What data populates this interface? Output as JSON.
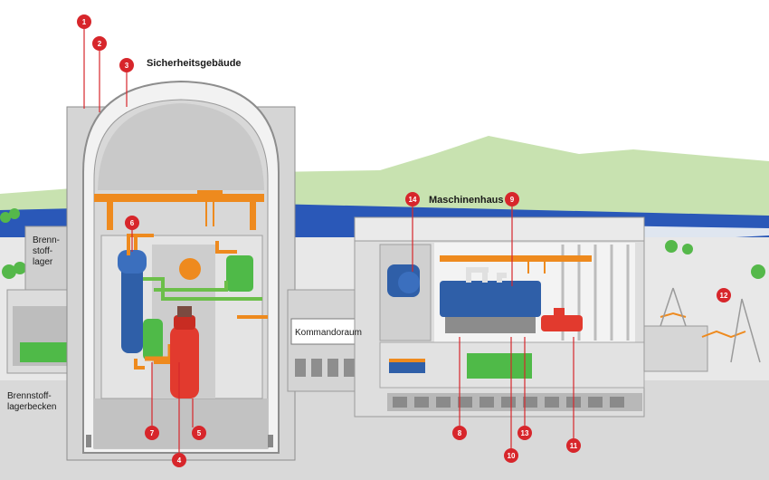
{
  "labels": {
    "sicherheitsgebaeude": "Sicherheitsgebäude",
    "maschinenhaus": "Maschinenhaus",
    "kommandoraum": "Kommandoraum",
    "brennstofflager": [
      "Brenn-",
      "stoff-",
      "lager"
    ],
    "brennstofflagerbecken": [
      "Brennstoff-",
      "lagerbecken"
    ]
  },
  "markers": [
    {
      "id": "marker-1",
      "num": "1"
    },
    {
      "id": "marker-2",
      "num": "2"
    },
    {
      "id": "marker-3",
      "num": "3"
    },
    {
      "id": "marker-4",
      "num": "4"
    },
    {
      "id": "marker-5",
      "num": "5"
    },
    {
      "id": "marker-6",
      "num": "6"
    },
    {
      "id": "marker-7",
      "num": "7"
    },
    {
      "id": "marker-8",
      "num": "8"
    },
    {
      "id": "marker-9",
      "num": "9"
    },
    {
      "id": "marker-10",
      "num": "10"
    },
    {
      "id": "marker-11",
      "num": "11"
    },
    {
      "id": "marker-12",
      "num": "12"
    },
    {
      "id": "marker-13",
      "num": "13"
    },
    {
      "id": "marker-14",
      "num": "14"
    }
  ],
  "colors": {
    "marker": "#d7262b",
    "hill": "#c8e2b0",
    "river": "#2a58b8",
    "building": "#e2e2e2",
    "wall": "#cfcfcf",
    "crane": "#ee8a1e",
    "pump_blue": "#2f5fa8",
    "generator_green": "#4fba48",
    "reactor_red": "#e23a2e",
    "pipe_green": "#6cbf4a"
  }
}
